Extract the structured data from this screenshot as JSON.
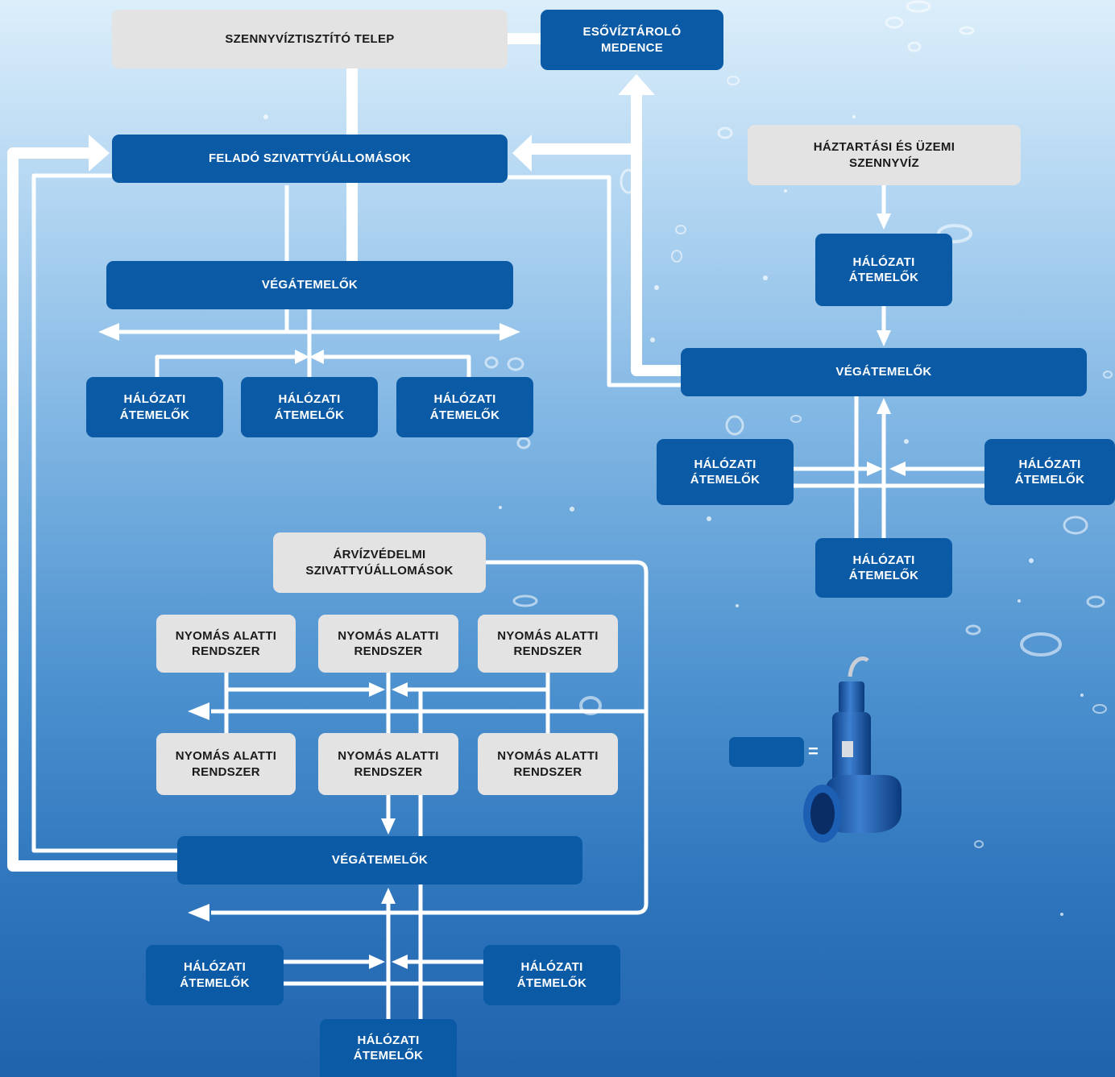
{
  "nodes": {
    "szennyviztisztito": "SZENNYVÍZTISZTÍTÓ TELEP",
    "esoviztarolo": "ESŐVÍZTÁROLÓ\nMEDENCE",
    "felado": "FELADÓ SZIVATTYÚÁLLOMÁSOK",
    "haztartasi": "HÁZTARTÁSI ÉS ÜZEMI\nSZENNYVÍZ",
    "vegatemelok": "VÉGÁTEMELŐK",
    "halozati": "HÁLÓZATI\nÁTEMELŐK",
    "arvizvedelmi": "ÁRVÍZVÉDELMI\nSZIVATTYÚÁLLOMÁSOK",
    "nyomas": "NYOMÁS ALATTI\nRENDSZER"
  },
  "legend": {
    "symbol": "=",
    "icon": "submersible-pump-icon"
  },
  "colors": {
    "blue_box": "#0a5aa5",
    "grey_box": "#e3e3e3",
    "flow_line": "#ffffff"
  }
}
